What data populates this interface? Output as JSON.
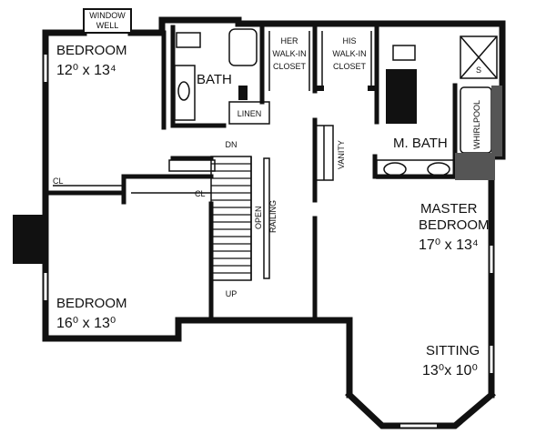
{
  "plan": {
    "window_well": [
      "WINDOW",
      "WELL"
    ],
    "bedroom1": {
      "name": "BEDROOM",
      "dim": "12⁰ x 13⁴"
    },
    "bath": {
      "name": "BATH"
    },
    "her_closet": [
      "HER",
      "WALK-IN",
      "CLOSET"
    ],
    "his_closet": [
      "HIS",
      "WALK-IN",
      "CLOSET"
    ],
    "linen": "LINEN",
    "vanity": "VANITY",
    "mbath": "M. BATH",
    "whirlpool": "WHIRLPOOL",
    "shower": "S",
    "stairs": {
      "down": "DN",
      "up": "UP",
      "open": "OPEN",
      "railing": "RAILING"
    },
    "closets": [
      "CL",
      "CL"
    ],
    "master": {
      "name": [
        "MASTER",
        "BEDROOM"
      ],
      "dim": "17⁰ x 13⁴"
    },
    "bedroom2": {
      "name": "BEDROOM",
      "dim": "16⁰ x 13⁰"
    },
    "sitting": {
      "name": "SITTING",
      "dim": "13⁰x 10⁰"
    }
  }
}
